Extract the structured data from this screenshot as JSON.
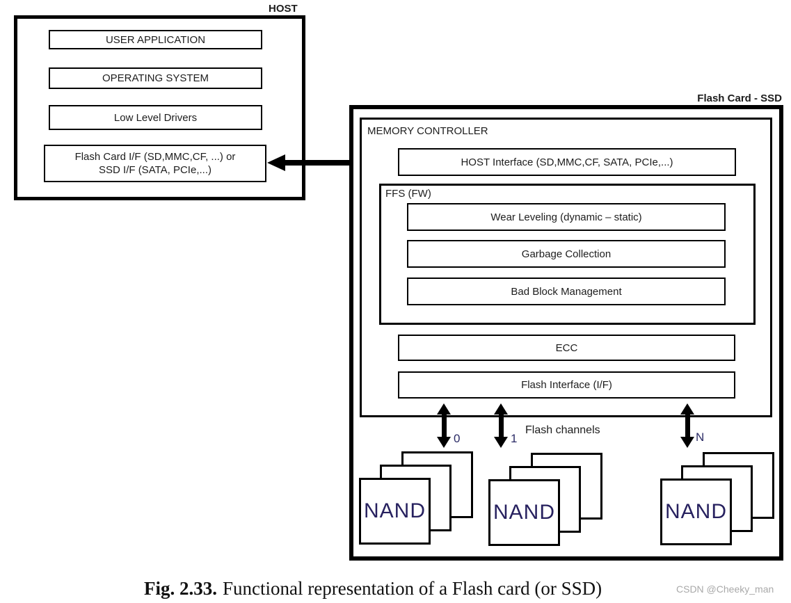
{
  "host": {
    "title": "HOST",
    "layers": [
      "USER APPLICATION",
      "OPERATING SYSTEM",
      "Low Level Drivers"
    ],
    "interface_line1": "Flash Card I/F (SD,MMC,CF, ...) or",
    "interface_line2": "SSD I/F (SATA, PCIe,...)"
  },
  "flash_card": {
    "title": "Flash Card - SSD",
    "memory_controller": {
      "label": "MEMORY CONTROLLER",
      "host_interface": "HOST Interface (SD,MMC,CF, SATA, PCIe,...)",
      "ffs": {
        "label": "FFS (FW)",
        "modules": [
          "Wear Leveling (dynamic – static)",
          "Garbage Collection",
          "Bad Block Management"
        ]
      },
      "ecc": "ECC",
      "flash_interface": "Flash Interface (I/F)"
    },
    "channels": {
      "label": "Flash channels",
      "ids": [
        "0",
        "1",
        "N"
      ]
    },
    "nand": {
      "label": "NAND",
      "stack_count": 3,
      "chips_per_stack": 3
    }
  },
  "caption": {
    "prefix": "Fig. 2.33.",
    "text": "Functional representation of a Flash card (or SSD)"
  },
  "watermark": "CSDN @Cheeky_man",
  "colors": {
    "line": "#000000",
    "text": "#1d1d1d",
    "nand_text": "#27215f",
    "channel_digit": "#2b2b66",
    "watermark": "#a9a9a9",
    "background": "#ffffff"
  }
}
